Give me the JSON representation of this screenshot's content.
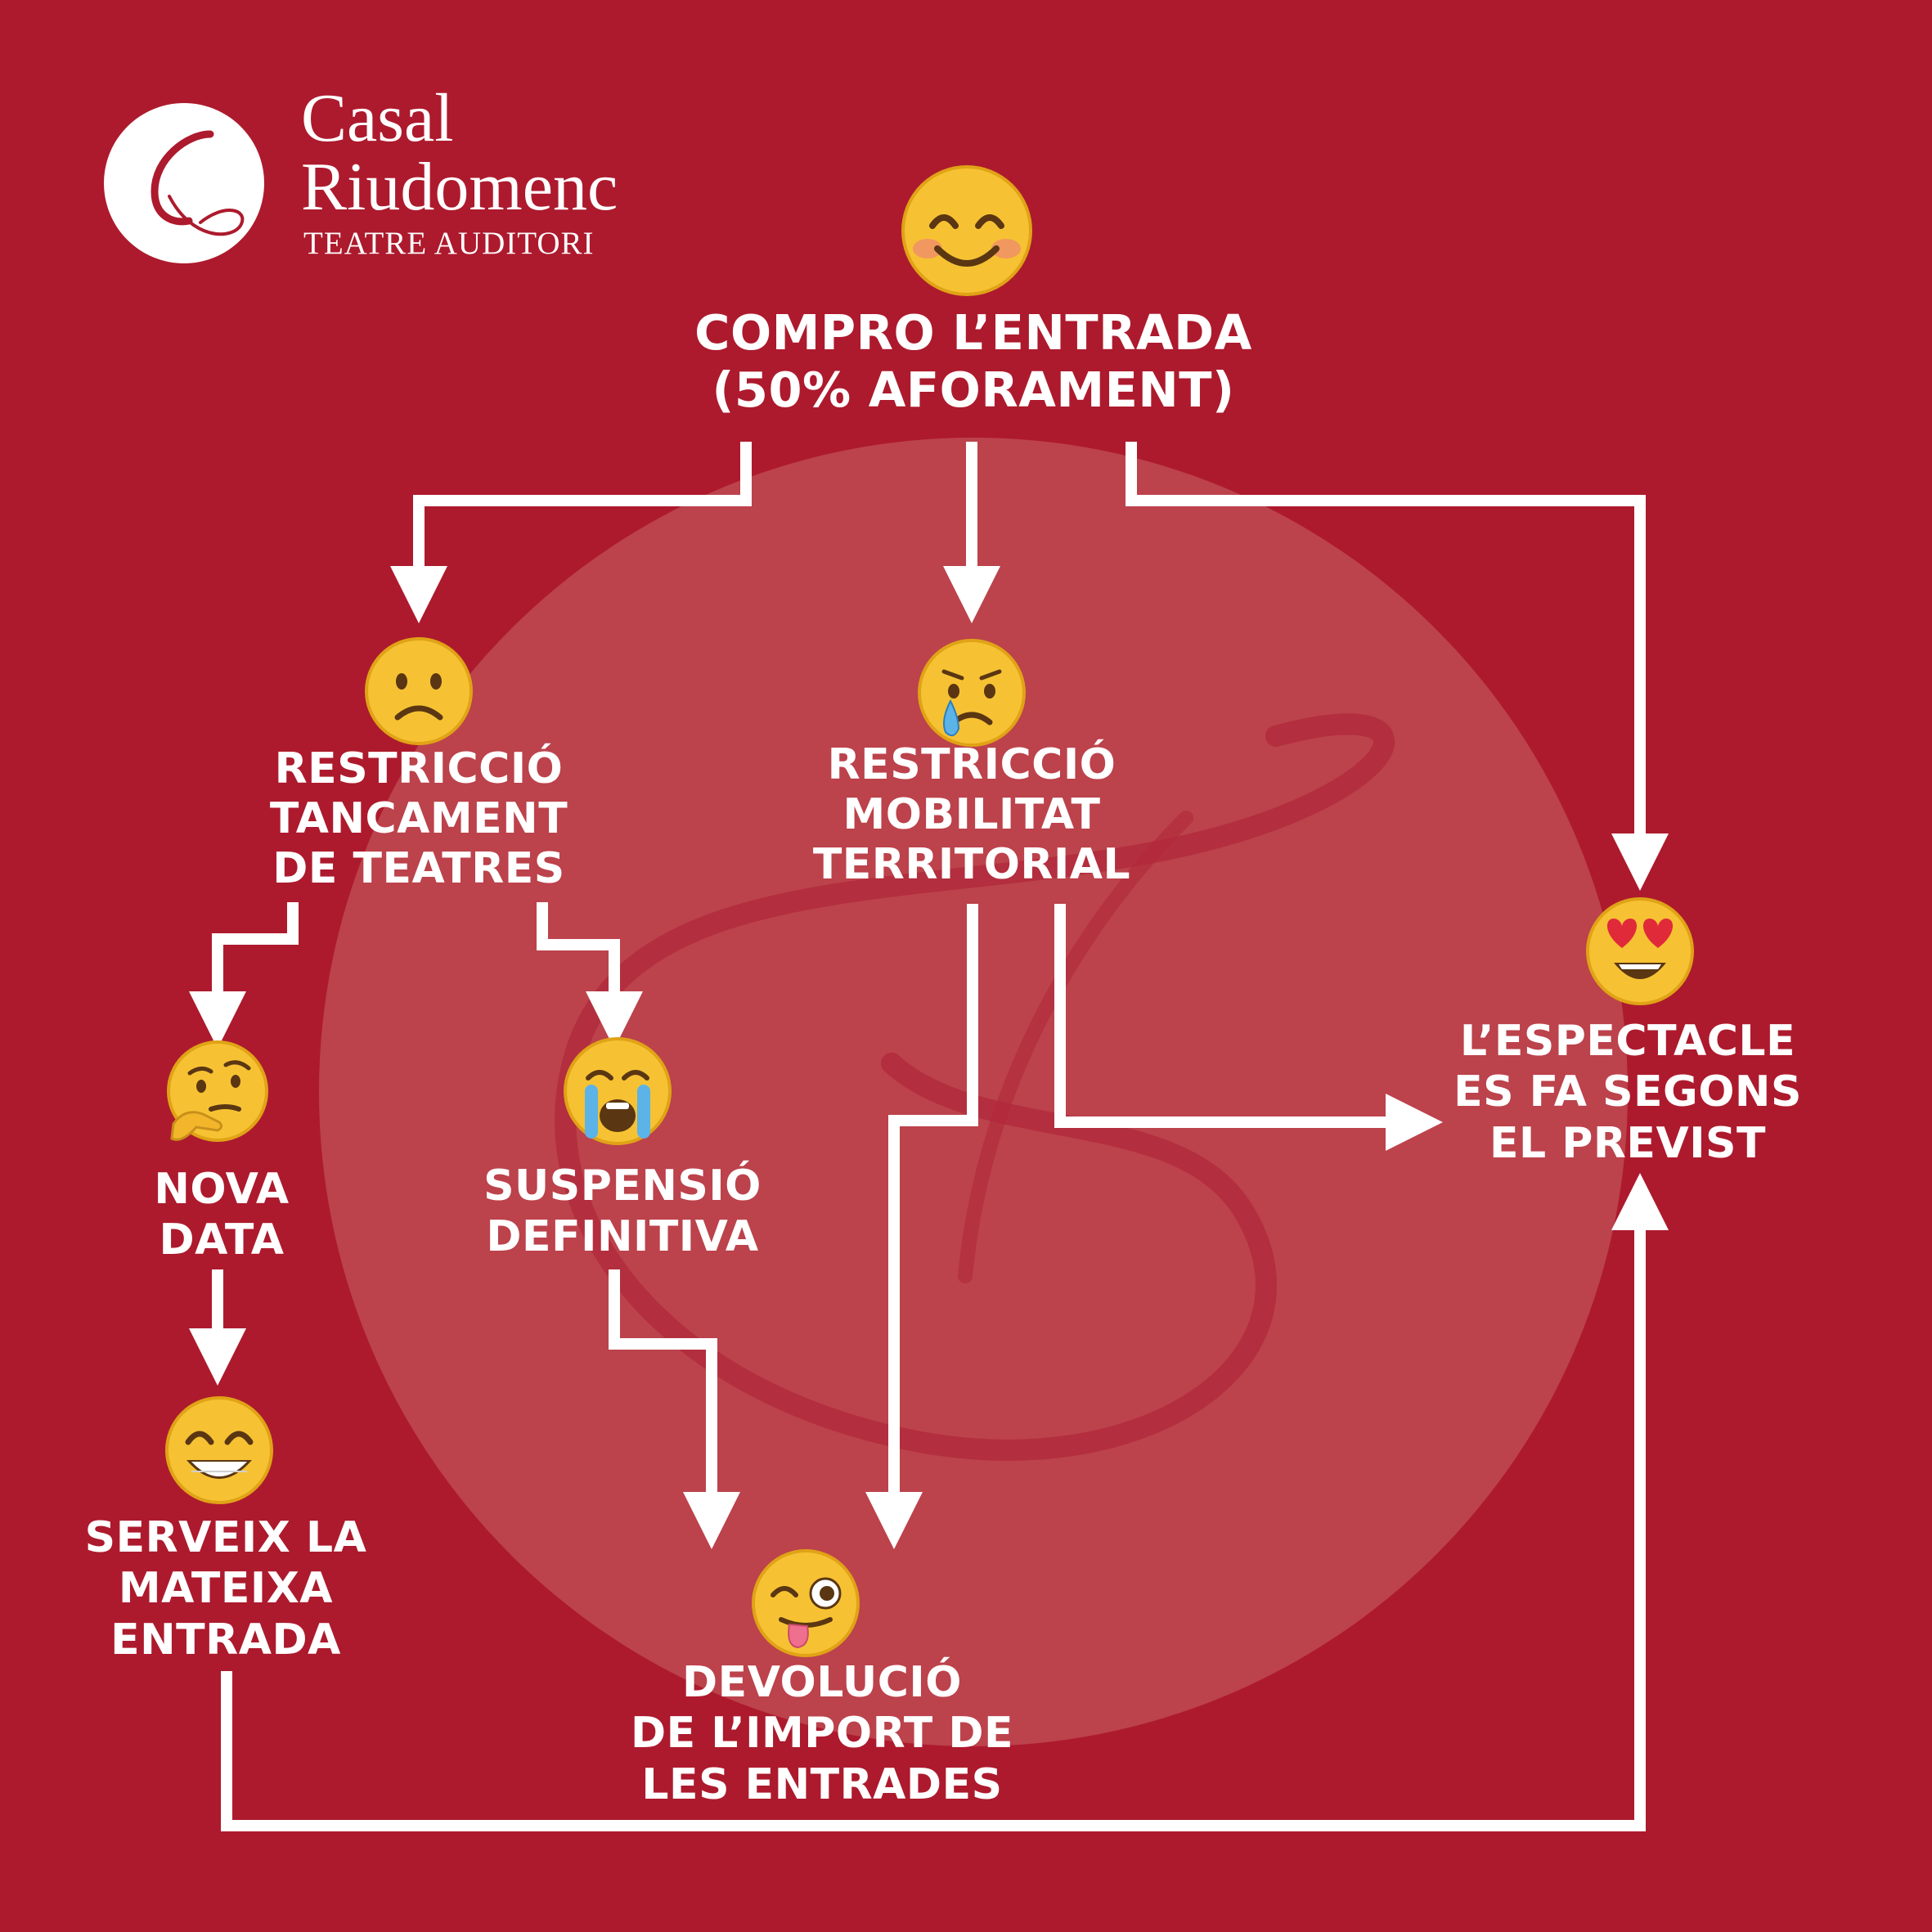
{
  "logo": {
    "name_line1": "Casal",
    "name_line2": "Riudomenc",
    "subtitle": "TEATRE AUDITORI",
    "monogram": "C"
  },
  "colors": {
    "background": "#ad1a2d",
    "watermark": "#c25257",
    "arrows": "#ffffff",
    "text": "#ffffff",
    "emoji_face": "#f6c233"
  },
  "nodes": {
    "start": {
      "emoji": "smiling-blushing-face",
      "lines": [
        "COMPRO L’ENTRADA",
        "(50% AFORAMENT)"
      ]
    },
    "closure": {
      "emoji": "frowning-face",
      "lines": [
        "RESTRICCIÓ",
        "TANCAMENT",
        "DE TEATRES"
      ]
    },
    "mobility": {
      "emoji": "crying-face",
      "lines": [
        "RESTRICCIÓ",
        "MOBILITAT",
        "TERRITORIAL"
      ]
    },
    "as_planned": {
      "emoji": "heart-eyes-face",
      "lines": [
        "L’ESPECTACLE",
        "ES FA SEGONS",
        "EL PREVIST"
      ]
    },
    "new_date": {
      "emoji": "thinking-face",
      "lines": [
        "NOVA",
        "DATA"
      ]
    },
    "suspension": {
      "emoji": "loudly-crying-face",
      "lines": [
        "SUSPENSIÓ",
        "DEFINITIVA"
      ]
    },
    "same_ticket": {
      "emoji": "grinning-face",
      "lines": [
        "SERVEIX LA",
        "MATEIXA",
        "ENTRADA"
      ]
    },
    "refund": {
      "emoji": "winking-tongue-face",
      "lines": [
        "DEVOLUCIÓ",
        "DE L’IMPORT DE",
        "LES ENTRADES"
      ]
    }
  },
  "edges": [
    {
      "from": "start",
      "to": "closure"
    },
    {
      "from": "start",
      "to": "mobility"
    },
    {
      "from": "start",
      "to": "as_planned"
    },
    {
      "from": "closure",
      "to": "new_date"
    },
    {
      "from": "closure",
      "to": "suspension"
    },
    {
      "from": "mobility",
      "to": "refund"
    },
    {
      "from": "mobility",
      "to": "as_planned"
    },
    {
      "from": "new_date",
      "to": "same_ticket"
    },
    {
      "from": "suspension",
      "to": "refund"
    },
    {
      "from": "same_ticket",
      "to": "as_planned"
    }
  ]
}
